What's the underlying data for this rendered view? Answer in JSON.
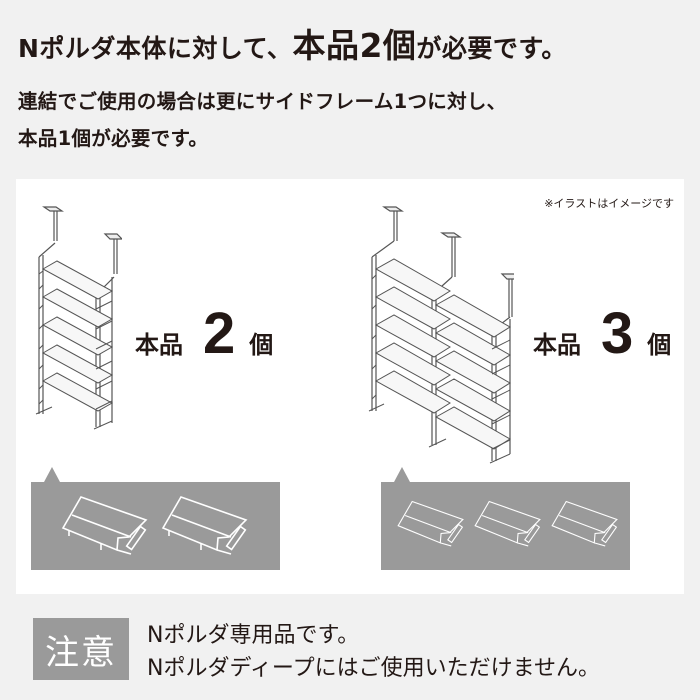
{
  "header": {
    "line1_pre": "Nポルダ本体に対して、",
    "line1_emph": "本品2個",
    "line1_post": "が必要です。",
    "line2": "連結でご使用の場合は更にサイドフレーム1つに対し、",
    "line3": "本品1個が必要です。"
  },
  "panel": {
    "note": "※イラストはイメージです",
    "single": {
      "illustration": "single-shelf-unit-illustration",
      "label_prefix": "本品",
      "count": "2",
      "label_suffix": "個",
      "frames_shown": 2
    },
    "connected": {
      "illustration": "connected-shelf-units-illustration",
      "label_prefix": "本品",
      "count": "3",
      "label_suffix": "個",
      "frames_shown": 3
    }
  },
  "caution": {
    "badge": "注意",
    "line1": "Nポルダ専用品です。",
    "line2": "Nポルダディープにはご使用いただけません。"
  },
  "colors": {
    "background": "#f1f1f1",
    "panel": "#ffffff",
    "gray_box": "#9a9a9a",
    "text": "#231815"
  }
}
